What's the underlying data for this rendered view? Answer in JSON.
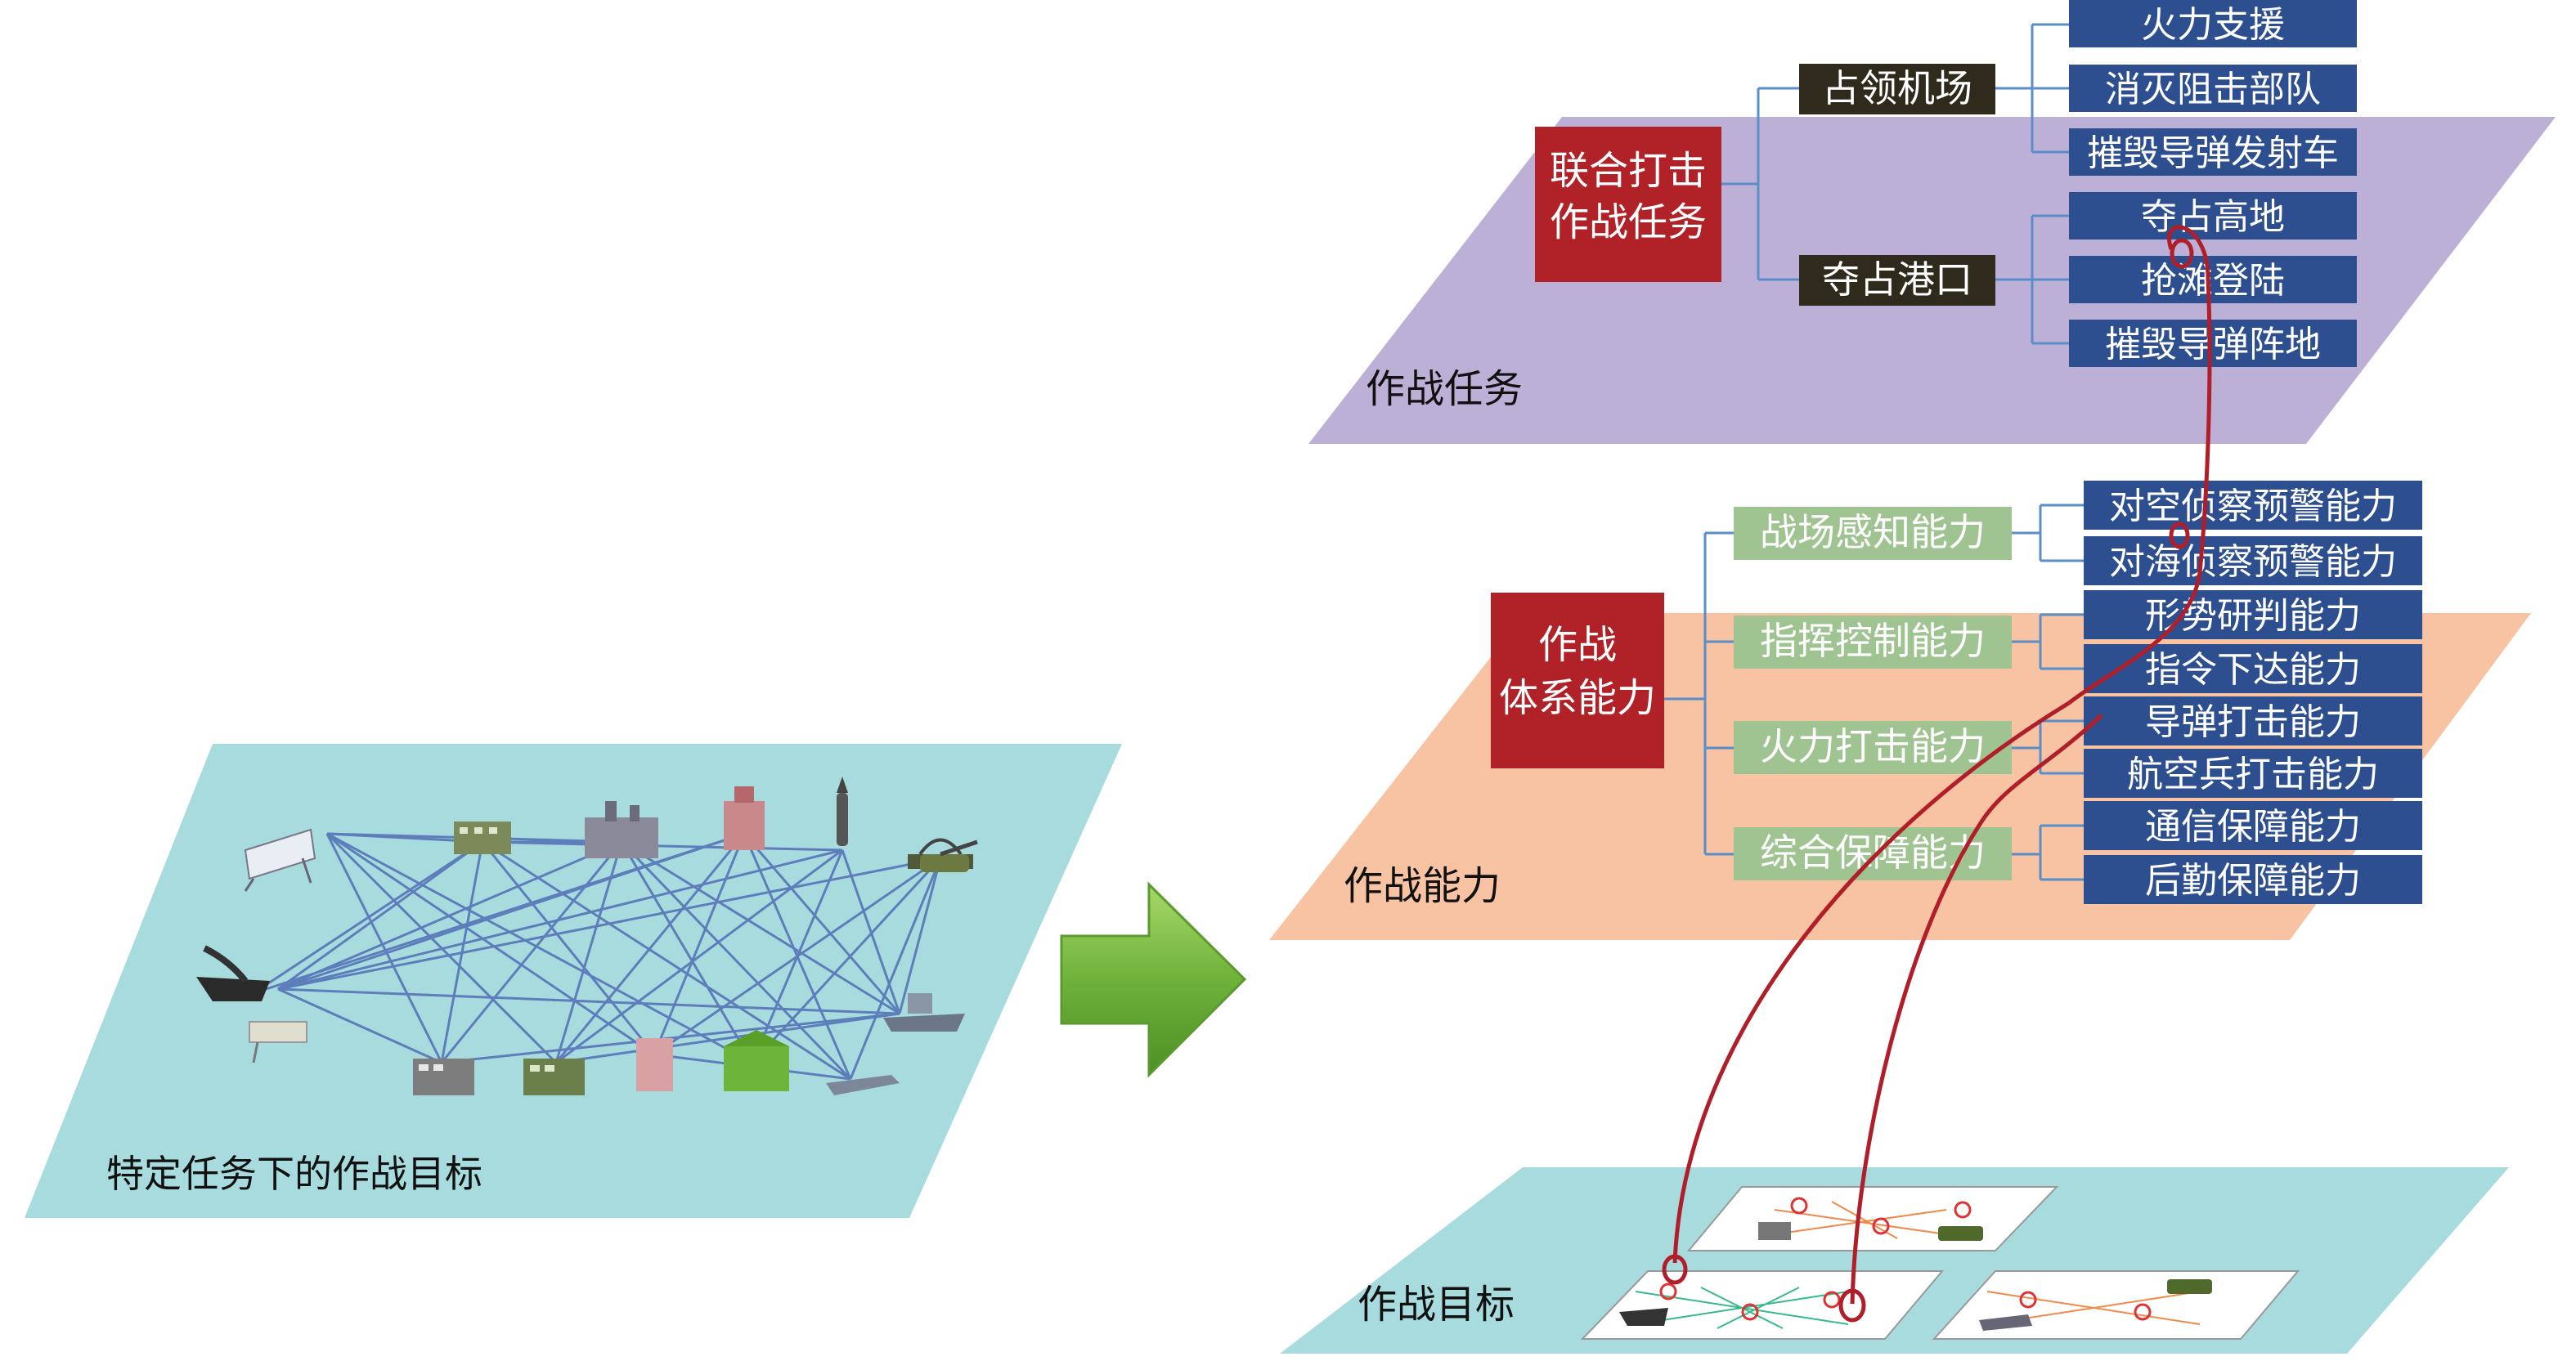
{
  "colors": {
    "plane_task": "#bdb0d6",
    "plane_capability": "#f7c3a3",
    "plane_target": "#a8dbdd",
    "node_root": "#b02128",
    "node_task_l1": "#2f2a1c",
    "node_leaf": "#2e4f8f",
    "node_cap_l1": "#9fc491",
    "connector": "#5a8ec9",
    "link_red": "#b01e2a",
    "arrow_green": "#6fb23a"
  },
  "left_panel": {
    "label": "特定任务下的作战目标"
  },
  "task_layer": {
    "label": "作战任务",
    "root": "联合打击\n作战任务",
    "groups": [
      {
        "label": "占领机场",
        "children": [
          "火力支援",
          "消灭阻击部队",
          "摧毁导弹发射车"
        ]
      },
      {
        "label": "夺占港口",
        "children": [
          "夺占高地",
          "抢滩登陆",
          "摧毁导弹阵地"
        ]
      }
    ]
  },
  "capability_layer": {
    "label": "作战能力",
    "root": "作战\n体系能力",
    "groups": [
      {
        "label": "战场感知能力",
        "children": [
          "对空侦察预警能力",
          "对海侦察预警能力"
        ]
      },
      {
        "label": "指挥控制能力",
        "children": [
          "形势研判能力",
          "指令下达能力"
        ]
      },
      {
        "label": "火力打击能力",
        "children": [
          "导弹打击能力",
          "航空兵打击能力"
        ]
      },
      {
        "label": "综合保障能力",
        "children": [
          "通信保障能力",
          "后勤保障能力"
        ]
      }
    ]
  },
  "target_layer": {
    "label": "作战目标"
  },
  "icons": [
    "radar-icon",
    "building-icon",
    "factory-icon",
    "missile-icon",
    "tank-icon",
    "ship-icon",
    "aircraft-icon"
  ]
}
